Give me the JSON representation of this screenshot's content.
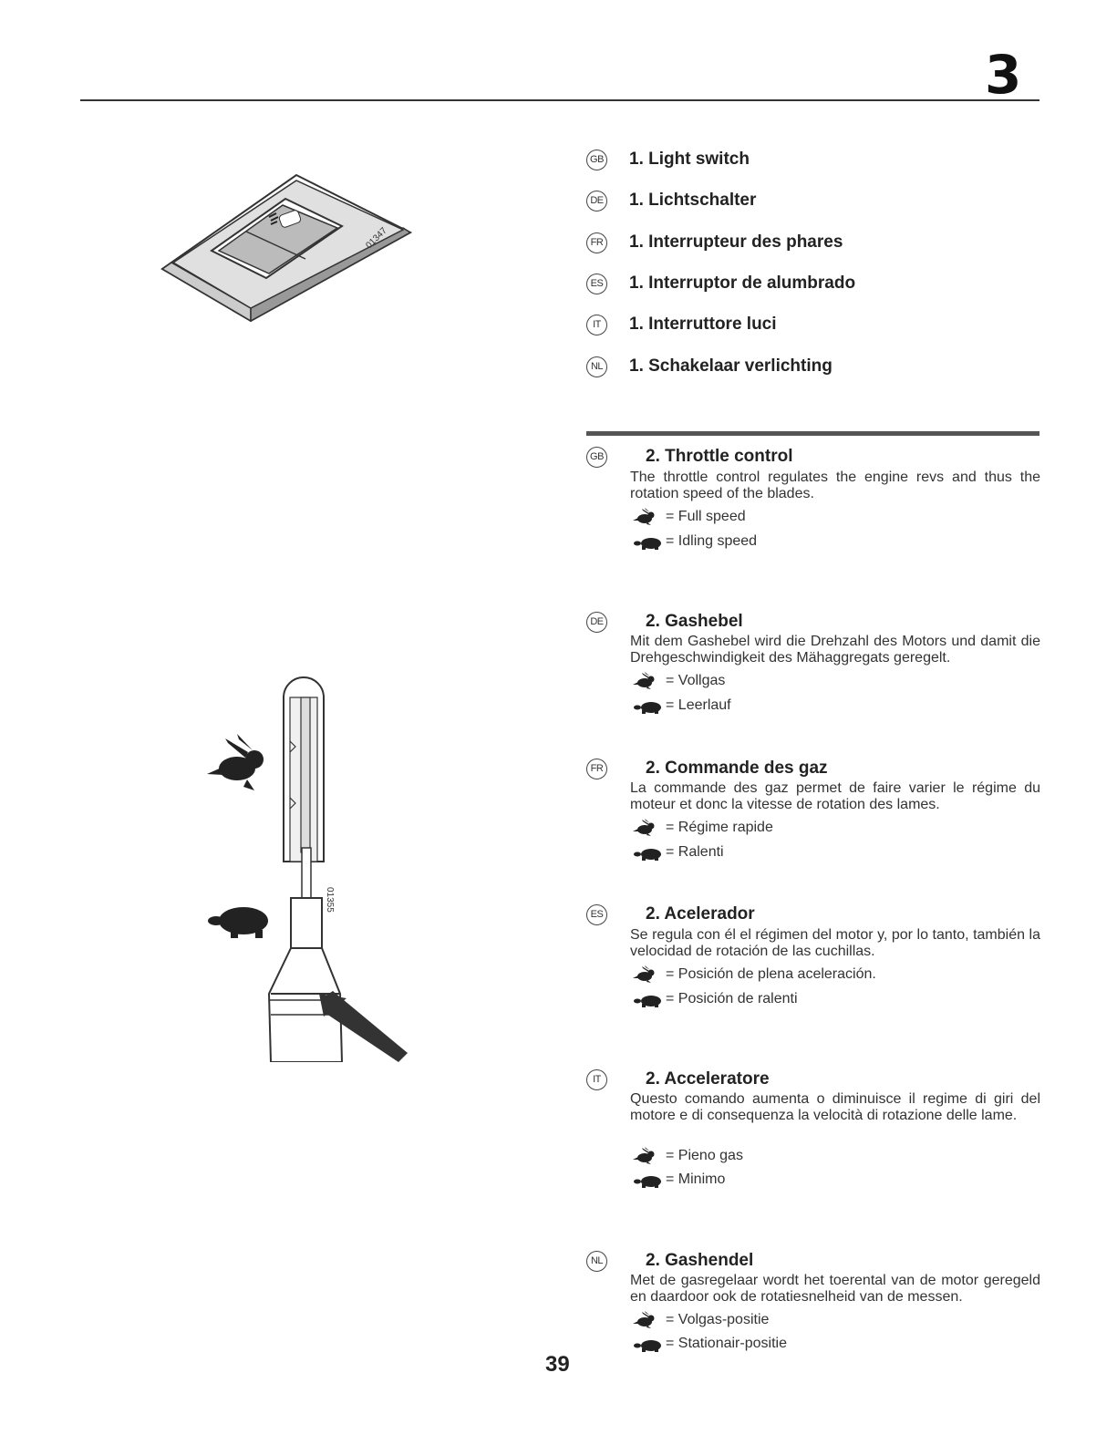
{
  "chapter_number": "3",
  "page_number": "39",
  "figure1": {
    "code": "01347"
  },
  "figure2": {
    "code": "01355"
  },
  "light_switch": [
    {
      "lang": "GB",
      "label": "1. Light switch"
    },
    {
      "lang": "DE",
      "label": "1. Lichtschalter"
    },
    {
      "lang": "FR",
      "label": "1. Interrupteur des phares"
    },
    {
      "lang": "ES",
      "label": "1. Interruptor de alumbrado"
    },
    {
      "lang": "IT",
      "label": "1. Interruttore luci"
    },
    {
      "lang": "NL",
      "label": "1. Schakelaar verlichting"
    }
  ],
  "throttle": [
    {
      "lang": "GB",
      "title": "2. Throttle control",
      "text": "The throttle control regulates the engine revs and thus the rotation speed of the blades.",
      "fast_icon": "hare-icon",
      "fast": " = Full speed",
      "slow_icon": "tortoise-icon",
      "slow": "= Idling speed"
    },
    {
      "lang": "DE",
      "title": "2. Gashebel",
      "text": "Mit dem Gashebel wird die Drehzahl des Motors und damit die Drehgeschwindigkeit des Mähaggregats geregelt.",
      "fast_icon": "hare-icon",
      "fast": " = Vollgas",
      "slow_icon": "tortoise-icon",
      "slow": "= Leerlauf"
    },
    {
      "lang": "FR",
      "title": "2. Commande des gaz",
      "text": "La commande des gaz permet de faire varier le régime du moteur et donc la vitesse de rotation des lames.",
      "fast_icon": "hare-icon",
      "fast": " = Régime rapide",
      "slow_icon": "tortoise-icon",
      "slow": "= Ralenti"
    },
    {
      "lang": "ES",
      "title": "2. Acelerador",
      "text": "Se regula con él el régimen del motor y, por lo tanto, también la velocidad de rotación de las cuchillas.",
      "fast_icon": "hare-icon",
      "fast": " = Posición de plena aceleración.",
      "slow_icon": "tortoise-icon",
      "slow": " = Posición de ralenti"
    },
    {
      "lang": "IT",
      "title": "2. Acceleratore",
      "text": "Questo comando aumenta o diminuisce il regime di giri del motore e di consequenza la velocità di rotazione delle lame.",
      "fast_icon": "hare-icon",
      "fast": " = Pieno gas",
      "slow_icon": "tortoise-icon",
      "slow": " = Minimo"
    },
    {
      "lang": "NL",
      "title": "2. Gashendel",
      "text": "Met de gasregelaar wordt het toerental van de motor geregeld en daardoor ook de rotatiesnelheid van de messen.",
      "fast_icon": "hare-icon",
      "fast": " = Volgas-positie",
      "slow_icon": "tortoise-icon",
      "slow": "= Stationair-positie"
    }
  ]
}
